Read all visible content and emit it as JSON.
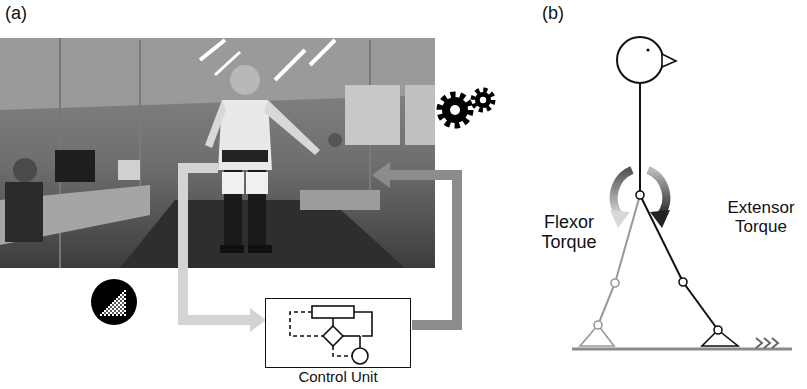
{
  "diagram": {
    "nodes": [
      {
        "text": [
          "Control Unit"
        ]
      }
    ],
    "labels": [
      "(a)",
      "(b)",
      "Flexor Torque",
      "Extensor Torque"
    ]
  }
}
